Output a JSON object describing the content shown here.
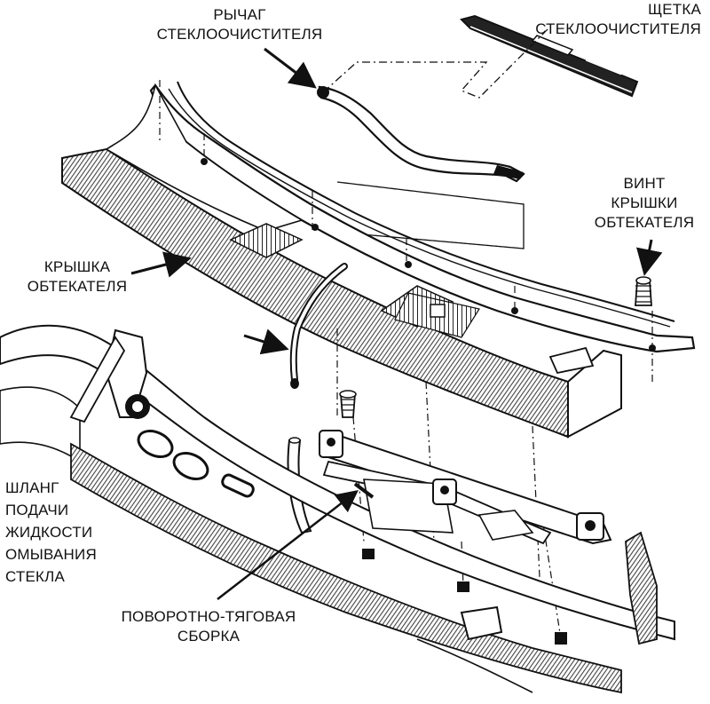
{
  "labels": {
    "wiper_arm": [
      "РЫЧАГ",
      "СТЕКЛООЧИСТИТЕЛЯ"
    ],
    "wiper_blade": [
      "ЩЕТКА",
      "СТЕКЛООЧИСТИТЕЛЯ"
    ],
    "cowl_screw": [
      "ВИНТ",
      "КРЫШКИ",
      "ОБТЕКАТЕЛЯ"
    ],
    "cowl_cover": [
      "КРЫШКА",
      "ОБТЕКАТЕЛЯ"
    ],
    "washer_hose": [
      "ШЛАНГ",
      "ПОДАЧИ",
      "ЖИДКОСТИ",
      "ОМЫВАНИЯ",
      "СТЕКЛА"
    ],
    "linkage_assembly": [
      "ПОВОРОТНО-ТЯГОВАЯ",
      "СБОРКА"
    ]
  },
  "colors": {
    "ink": "#111111",
    "hatch": "#555555",
    "paper": "#ffffff"
  }
}
